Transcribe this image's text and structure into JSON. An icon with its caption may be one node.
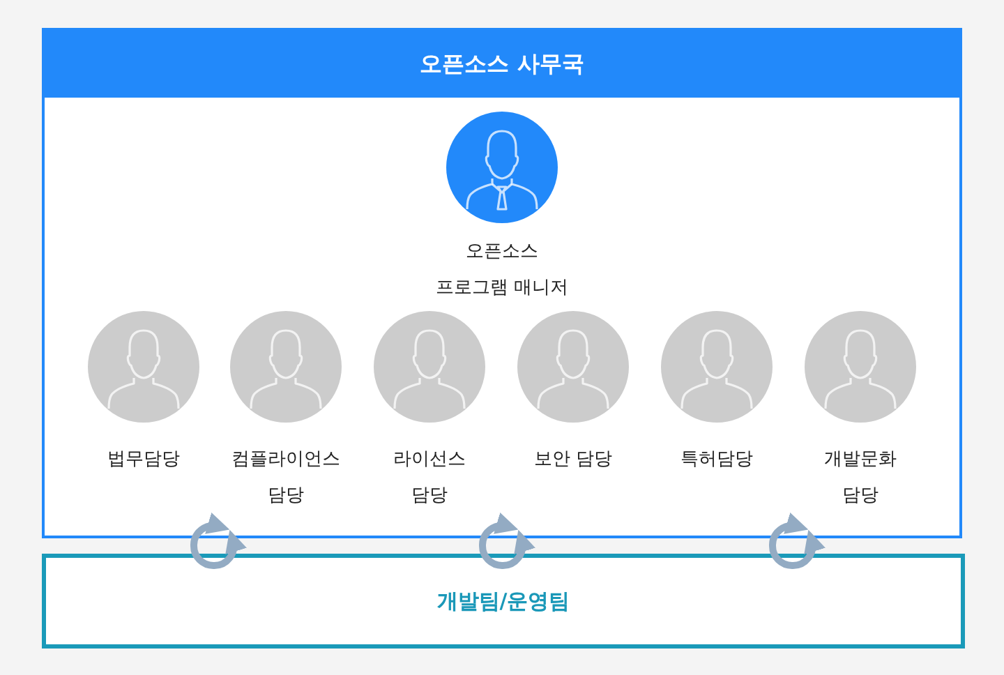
{
  "diagram": {
    "nodes": [
      {
        "text": [
          "오픈소스 사무국"
        ]
      },
      {
        "text": [
          "오픈소스 프로그램 매니저"
        ],
        "in": 0
      },
      {
        "text": [
          "법무담당"
        ],
        "in": 0
      },
      {
        "text": [
          "컴플라이언스 담당"
        ],
        "in": 0
      },
      {
        "text": [
          "라이선스 담당"
        ],
        "in": 0
      },
      {
        "text": [
          "보안 담당"
        ],
        "in": 0
      },
      {
        "text": [
          "특허담당"
        ],
        "in": 0
      },
      {
        "text": [
          "개발문화 담당"
        ],
        "in": 0
      },
      {
        "text": [
          "개발팀/운영팀"
        ]
      }
    ],
    "edges": [
      {
        "from": 0,
        "to": 8,
        "arrow": "both"
      },
      {
        "from": 0,
        "to": 8,
        "arrow": "both"
      },
      {
        "from": 0,
        "to": 8,
        "arrow": "both"
      }
    ]
  }
}
